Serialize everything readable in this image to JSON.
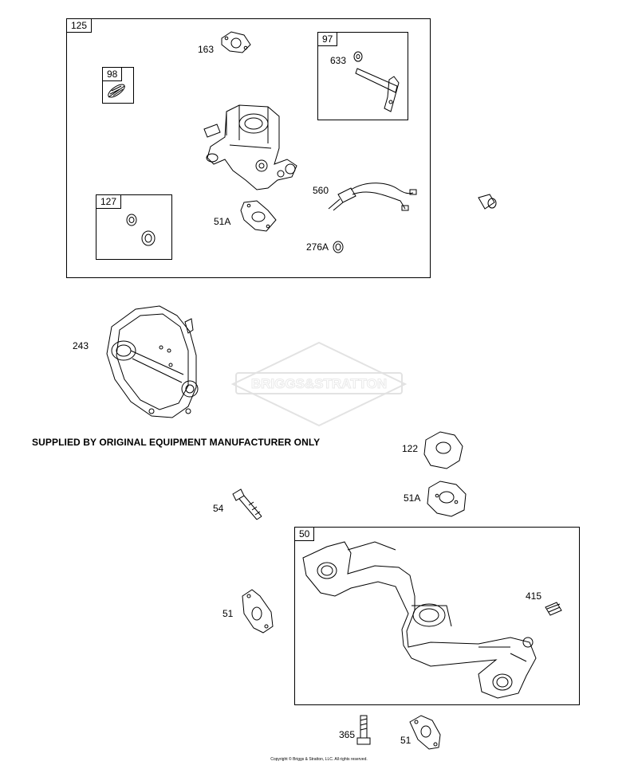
{
  "boxes": {
    "box_125": "125",
    "box_97": "97",
    "box_98": "98",
    "box_127": "127",
    "box_50": "50"
  },
  "callouts": {
    "c163": "163",
    "c633": "633",
    "c560": "560",
    "c51a_top": "51A",
    "c276a": "276A",
    "c243": "243",
    "c122": "122",
    "c51a_mid": "51A",
    "c54": "54",
    "c51_left": "51",
    "c415": "415",
    "c365": "365",
    "c51_bottom": "51"
  },
  "notice": "SUPPLIED BY ORIGINAL EQUIPMENT MANUFACTURER ONLY",
  "watermark": "BRIGGS&STRATTON",
  "copyright": "Copyright © Briggs & Stratton, LLC. All rights reserved."
}
